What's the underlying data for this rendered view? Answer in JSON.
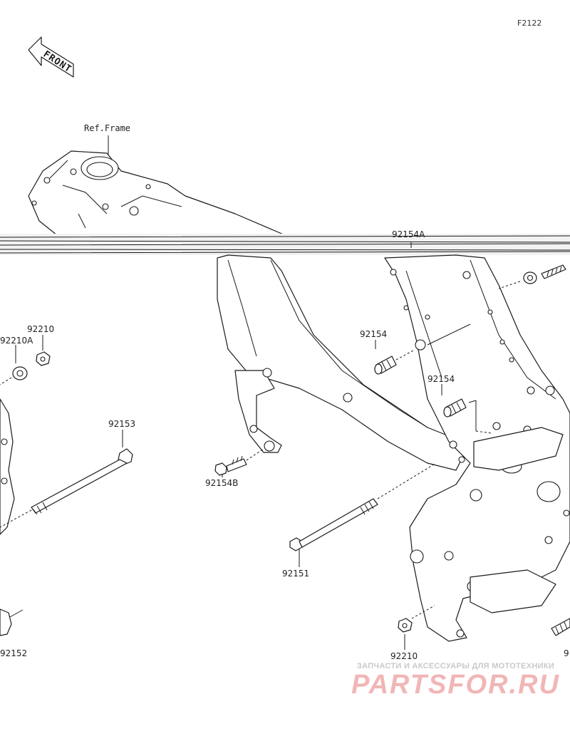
{
  "diagram_id": "F2122",
  "front_arrow": {
    "text": "FRONT"
  },
  "ref_label": "Ref.Frame",
  "parts": [
    {
      "key": "p92154A",
      "label": "92154A"
    },
    {
      "key": "p92154a",
      "label": "92154"
    },
    {
      "key": "p92154b",
      "label": "92154"
    },
    {
      "key": "p92154B",
      "label": "92154B"
    },
    {
      "key": "p92210top",
      "label": "92210"
    },
    {
      "key": "p92210A",
      "label": "92210A"
    },
    {
      "key": "p92153",
      "label": "92153"
    },
    {
      "key": "p92151",
      "label": "92151"
    },
    {
      "key": "p92152",
      "label": "92152"
    },
    {
      "key": "p92210bottom",
      "label": "92210"
    },
    {
      "key": "pEdge",
      "label": "9"
    }
  ],
  "watermark": {
    "line1": "ЗАПЧАСТИ И АКСЕССУАРЫ ДЛЯ МОТОТЕХНИКИ",
    "line2": "PARTSFOR.RU"
  }
}
